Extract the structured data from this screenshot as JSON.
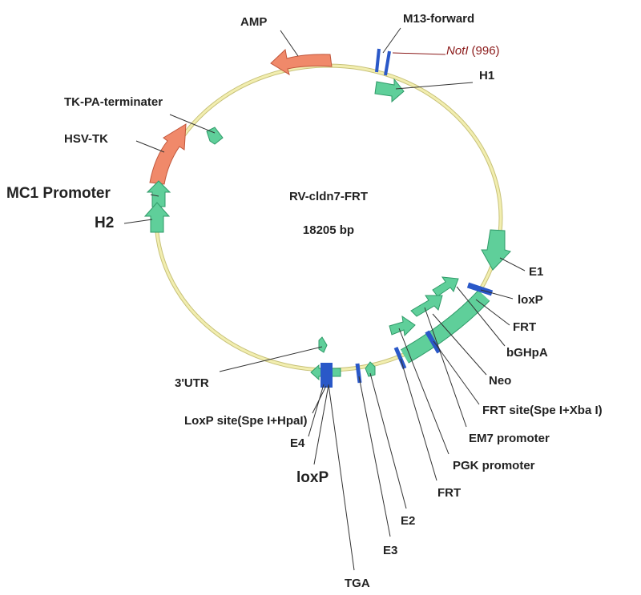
{
  "plasmid": {
    "name": "RV-cldn7-FRT",
    "size": "18205 bp"
  },
  "features": {
    "amp": "AMP",
    "m13_forward": "M13-forward",
    "not_enzyme": "NotI",
    "not_position": "(996)",
    "h1": "H1",
    "tk_pa": "TK-PA-terminater",
    "hsv_tk": "HSV-TK",
    "mc1_promoter": "MC1 Promoter",
    "h2": "H2",
    "e1": "E1",
    "loxp_right": "loxP",
    "frt_right": "FRT",
    "bghpa": "bGHpA",
    "neo": "Neo",
    "frt_site": "FRT site(Spe I+Xba I)",
    "em7": "EM7 promoter",
    "pgk": "PGK promoter",
    "frt_bottom": "FRT",
    "e2": "E2",
    "e3": "E3",
    "tga": "TGA",
    "utr3": "3'UTR",
    "loxp_site": "LoxP site(Spe I+HpaI)",
    "e4": "E4",
    "loxp_bottom": "loxP"
  },
  "colors": {
    "backbone": "#f2eeb0",
    "green_feature": "#5fcf9a",
    "orange_feature": "#f0896a",
    "site_marker": "#2a58c8",
    "enzyme_label": "#8b1a1a"
  }
}
